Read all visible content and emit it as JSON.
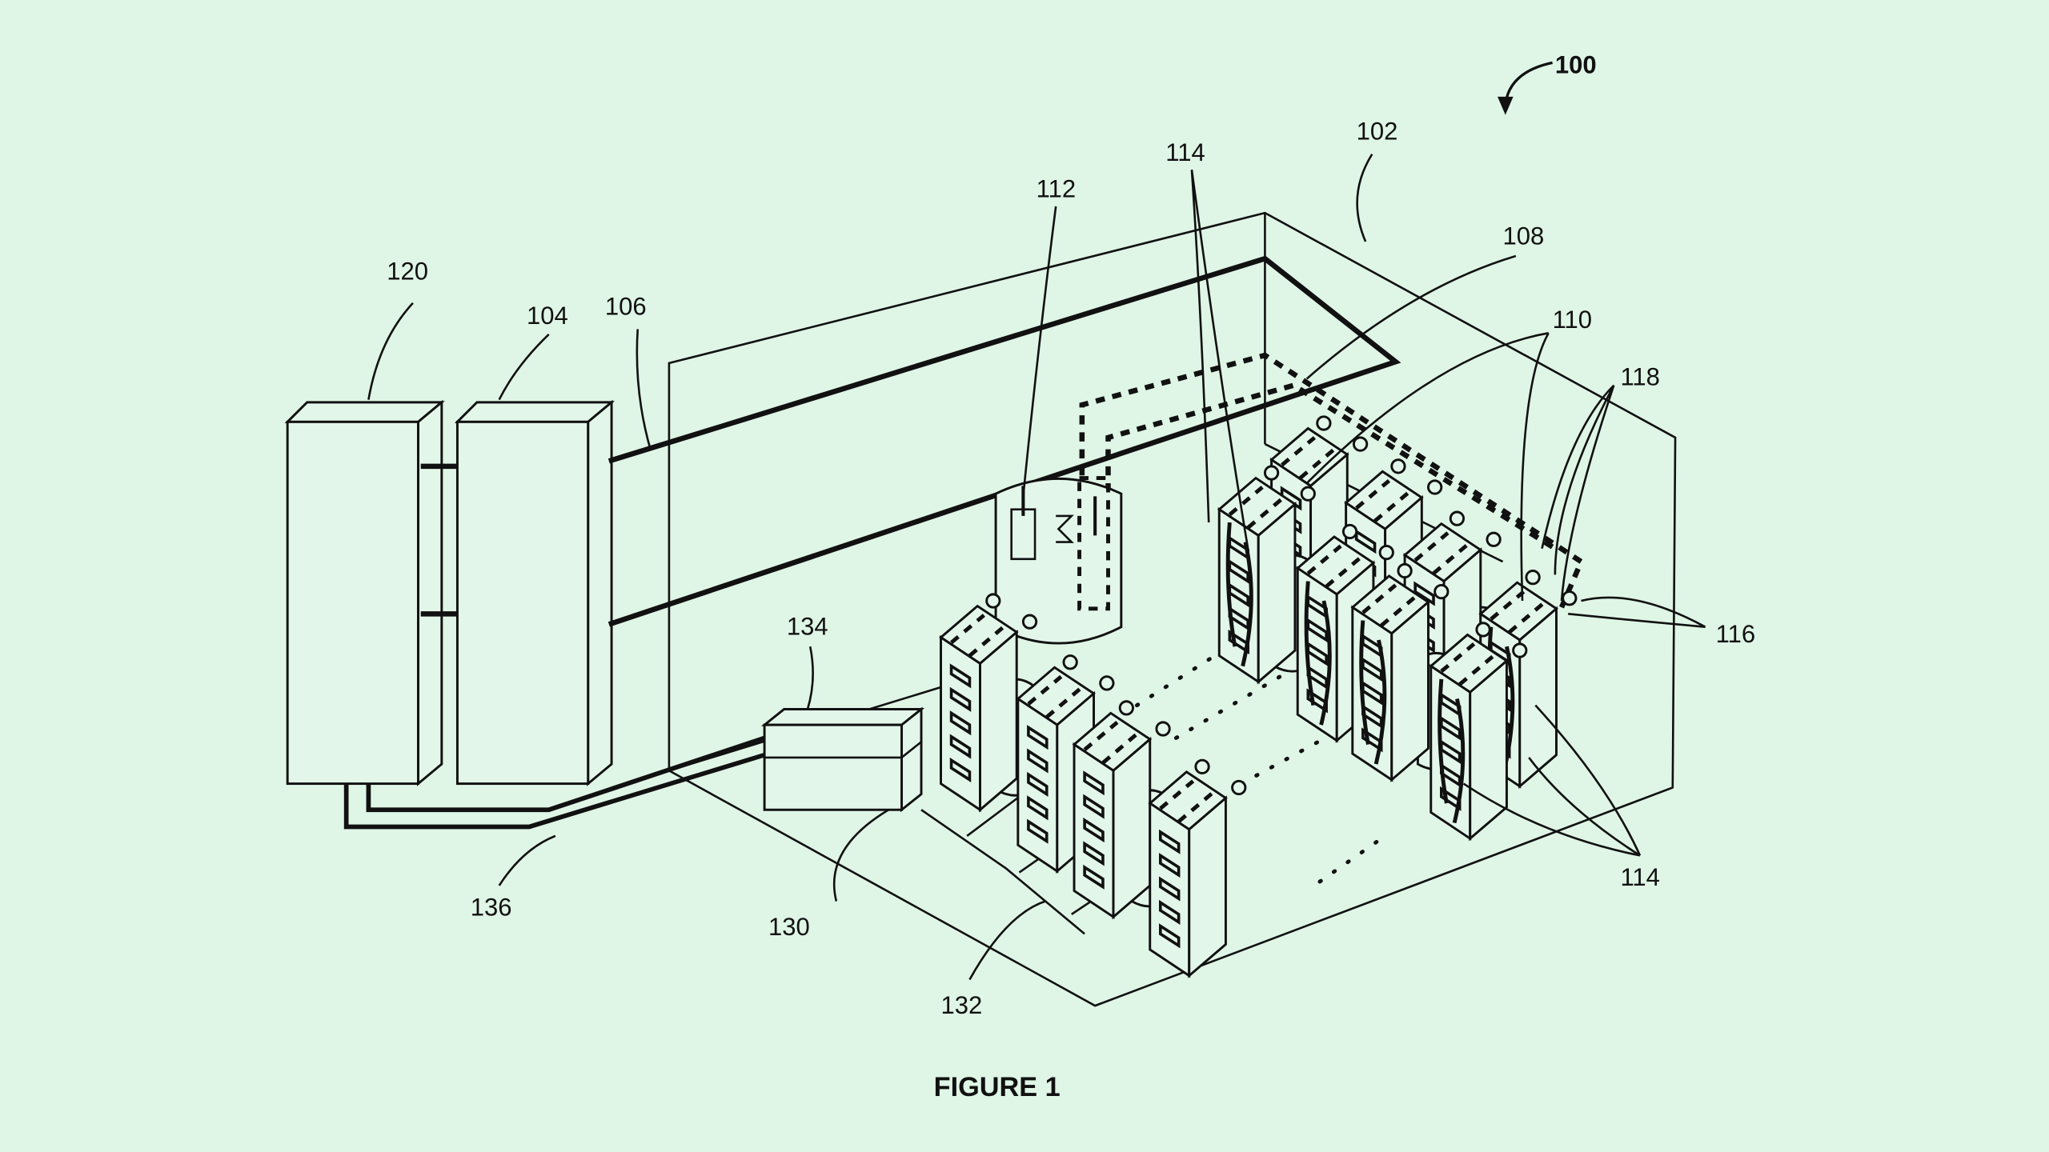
{
  "figure": {
    "caption": "FIGURE 1",
    "labels": {
      "l100": "100",
      "l102": "102",
      "l104": "104",
      "l106": "106",
      "l108": "108",
      "l110": "110",
      "l112": "112",
      "l114a": "114",
      "l114b": "114",
      "l116": "116",
      "l118": "118",
      "l120": "120",
      "l130": "130",
      "l132": "132",
      "l134": "134",
      "l136": "136"
    }
  },
  "colors": {
    "background": "#dff5e6",
    "ink": "#111111"
  }
}
